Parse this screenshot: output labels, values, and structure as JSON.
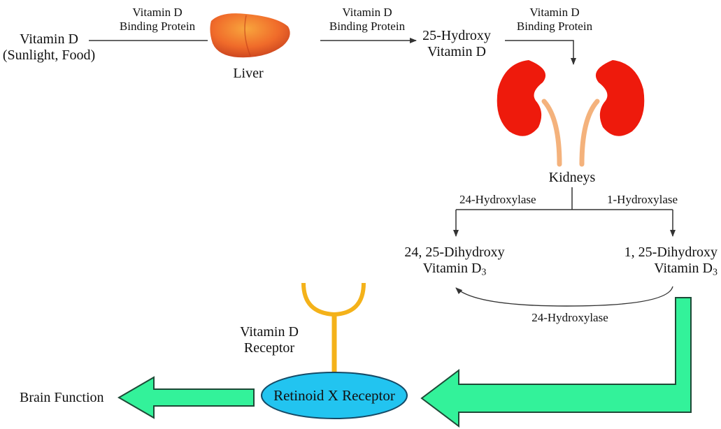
{
  "source": {
    "line1": "Vitamin D",
    "line2": "(Sunlight, Food)"
  },
  "binding_protein": {
    "line1": "Vitamin D",
    "line2": "Binding Protein"
  },
  "liver": {
    "label": "Liver"
  },
  "hydroxy": {
    "line1": "25-Hydroxy",
    "line2": "Vitamin D"
  },
  "kidneys": {
    "label": "Kidneys"
  },
  "enzymes": {
    "left": "24-Hydroxylase",
    "right": "1-Hydroxylase",
    "bottom": "24-Hydroxylase"
  },
  "dihydroxy_24": {
    "line1": "24, 25-Dihydroxy",
    "line2": "Vitamin D",
    "sub": "3"
  },
  "dihydroxy_1": {
    "line1": "1, 25-Dihydroxy",
    "line2": "Vitamin D",
    "sub": "3"
  },
  "vdr": {
    "line1": "Vitamin D",
    "line2": "Receptor"
  },
  "rxr": {
    "label": "Retinoid X Receptor"
  },
  "outcome": {
    "label": "Brain Function"
  },
  "colors": {
    "organ_red": "#ee1a0c",
    "ureter": "#f4b27c",
    "liver_orange": "#f06b2a",
    "receptor_yellow": "#f4b21a",
    "green_arrow": "#33f29a",
    "rxr_blue": "#22c4f0"
  }
}
